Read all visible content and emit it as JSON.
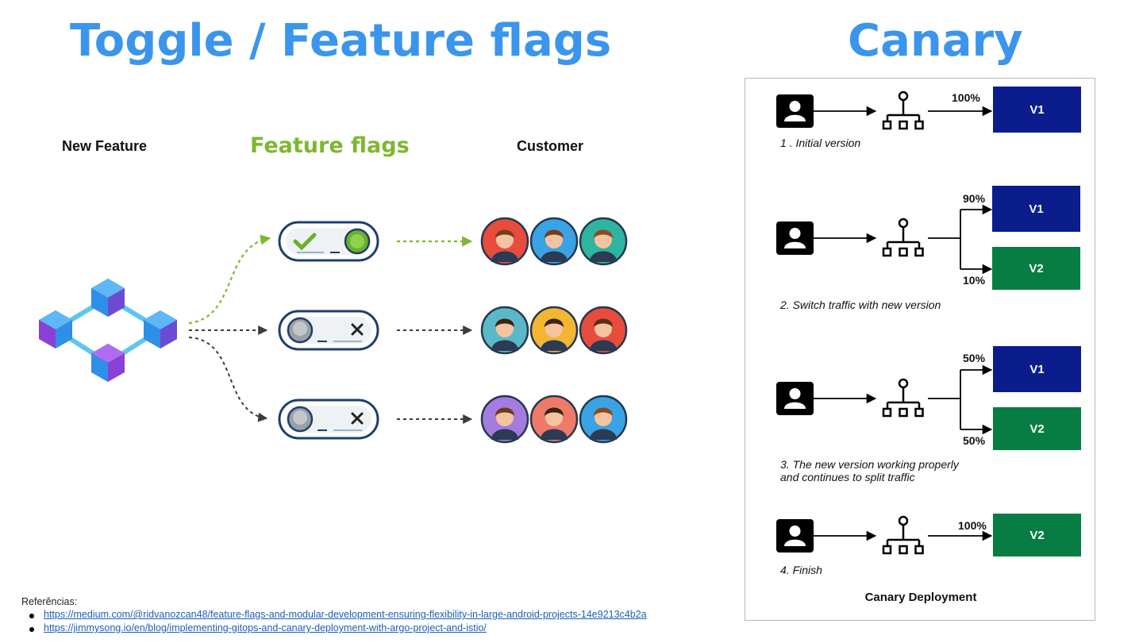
{
  "titles": {
    "left": "Toggle / Feature flags",
    "right": "Canary"
  },
  "feature_flags": {
    "col_new_feature": "New Feature",
    "col_feature_flags": "Feature flags",
    "col_customer": "Customer",
    "toggles": [
      {
        "state": "on",
        "icon": "check-icon"
      },
      {
        "state": "off",
        "icon": "x-icon"
      },
      {
        "state": "off",
        "icon": "x-icon"
      }
    ],
    "colors": {
      "on": "#7cb82f",
      "off": "#3b3b3b",
      "toggle_border": "#1f3f6b"
    }
  },
  "canary": {
    "caption": "Canary Deployment",
    "steps": [
      {
        "label": "1 . Initial version",
        "routes": [
          {
            "pct": "100%",
            "version": "V1",
            "color": "#0b1c8c"
          }
        ]
      },
      {
        "label": "2. Switch traffic with new version",
        "routes": [
          {
            "pct": "90%",
            "version": "V1",
            "color": "#0b1c8c"
          },
          {
            "pct": "10%",
            "version": "V2",
            "color": "#087d43"
          }
        ]
      },
      {
        "label_line1": "3. The new version working properly",
        "label_line2": "and continues to split traffic",
        "routes": [
          {
            "pct": "50%",
            "version": "V1",
            "color": "#0b1c8c"
          },
          {
            "pct": "50%",
            "version": "V2",
            "color": "#087d43"
          }
        ]
      },
      {
        "label": "4. Finish",
        "routes": [
          {
            "pct": "100%",
            "version": "V2",
            "color": "#087d43"
          }
        ]
      }
    ]
  },
  "references": {
    "heading": "Referências:",
    "links": [
      "https://medium.com/@ridvanozcan48/feature-flags-and-modular-development-ensuring-flexibility-in-large-android-projects-14e9213c4b2a",
      "https://jimmysong.io/en/blog/implementing-gitops-and-canary-deployment-with-argo-project-and-istio/"
    ]
  }
}
